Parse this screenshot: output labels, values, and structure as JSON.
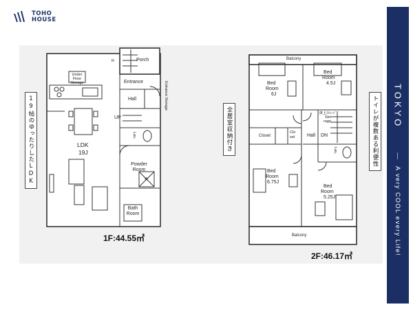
{
  "brand": {
    "line1": "TOHO",
    "line2": "HOUSE"
  },
  "sidebar": {
    "city": "TOKYO",
    "motto": "A very COOL every Life!"
  },
  "floor1": {
    "area": "1F:44.55㎡",
    "callout": "19帖のゆったりしたLDK",
    "rooms": {
      "porch": "Porch",
      "entrance": "Entrance",
      "entrance_storage": "Entrance Storage",
      "hall": "Hall",
      "under_floor_storage": "Under Floor Storage",
      "ldk_name": "LDK",
      "ldk_size": "19J",
      "up": "UP",
      "laundry": "Lau.",
      "powder_room_1": "Powder",
      "powder_room_2": "Room",
      "washer": "W",
      "bath_1": "Bath",
      "bath_2": "Room",
      "r_mark": "R"
    }
  },
  "floor2": {
    "area": "2F:46.17㎡",
    "callout_left": "全居室収納付き",
    "callout_right": "トイレが複数ある利便性",
    "rooms": {
      "bed1_1": "Bed",
      "bed1_2": "Room",
      "bed1_3": "6J",
      "bed2_1": "Bed",
      "bed2_2": "Room",
      "bed2_3": "4.5J",
      "bed3_1": "Bed",
      "bed3_2": "Room",
      "bed3_3": "6.75J",
      "bed4_1": "Bed",
      "bed4_2": "Room",
      "bed4_3": "5.25J",
      "balcony_top": "Balcony",
      "balcony_bottom": "Balcony",
      "closet": "Closet",
      "closet2_1": "Clo",
      "closet2_2": "set",
      "storage_1": "床上ｽﾄﾚｰｼﾞ",
      "storage_2": "Sto",
      "storage_3": "rage",
      "hall": "Hall",
      "dn": "DN",
      "laundry": "Lau."
    }
  },
  "colors": {
    "brand": "#1b2f64",
    "wall": "#333333",
    "floor": "#ffffff",
    "backdrop": "#f1f1f1"
  }
}
